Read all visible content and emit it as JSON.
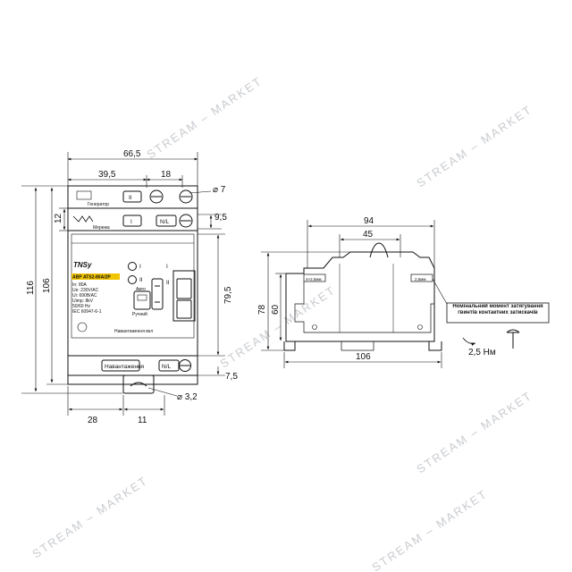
{
  "watermark": "STREAM – MARKET",
  "front_view": {
    "dims": {
      "overall_width": "66,5",
      "w_39_5": "39,5",
      "w_18": "18",
      "hole_dia": "⌀ 7",
      "left_12": "12",
      "right_9_5": "9,5",
      "height_116": "116",
      "height_106": "106",
      "height_79_5": "79,5",
      "bottom_7_5": "7,5",
      "bottom_28": "28",
      "bottom_11": "11",
      "hole_dia_small": "⌀ 3,2"
    },
    "top_terminal": {
      "label_generator": "Генератор",
      "label_roman_ii": "II",
      "label_roman_i": "I",
      "label_nl": "N/L",
      "label_mains": "Мережа"
    },
    "brand": "TNSy",
    "model": "АВР ATS2-80A/2P",
    "specs": [
      "In: 80A",
      "Ue: 230V/AC",
      "Ui: 690B/AC",
      "Uimp: 8kV",
      "50/60 Hz",
      "IEC 60947-6-1"
    ],
    "indicator_i": "I",
    "indicator_ii": "II",
    "mode_auto": "Авто",
    "mode_manual": "Ручний",
    "switch_i": "I",
    "switch_ii": "II",
    "load_on": "Навантаження вкл",
    "bottom_load": "Навантаження",
    "bottom_nl": "N/L"
  },
  "side_view": {
    "dims": {
      "width_94": "94",
      "width_45": "45",
      "height_78": "78",
      "height_60": "60",
      "width_106": "106"
    },
    "left_tag": "4×2,5мм",
    "right_tag": "2,5мм",
    "torque_note": "Номінальний момент затягування гвинтів контактних затискачів",
    "torque_value": "2,5 Нм"
  }
}
